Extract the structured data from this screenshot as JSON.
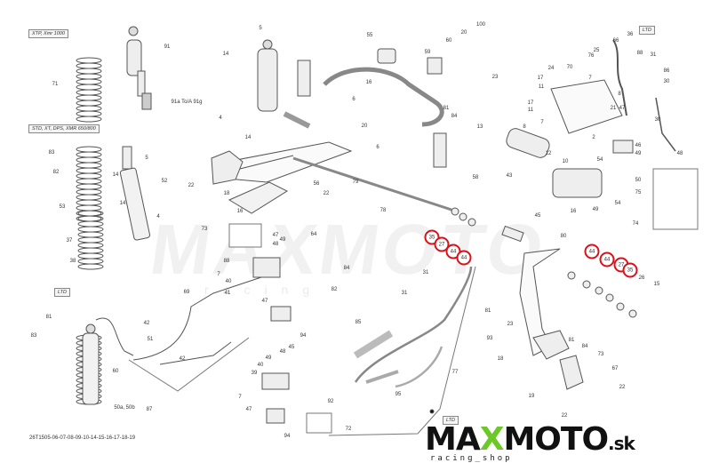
{
  "diagram": {
    "variant_labels": {
      "xtp": "XTP, Xmr 1000",
      "std": "STD, XT, DPS, XMR 650/800",
      "ltd_top": "LTD",
      "ltd_left": "LTD",
      "ltd_bottom": "LTD"
    },
    "footer_code": "26T1505-06-07-08-09-10-14-15-16-17-18-19",
    "watermark": {
      "text": "MAXMOTO",
      "sub": "racing"
    },
    "logo": {
      "part1": "MA",
      "part2": "X",
      "part3": "MOTO",
      "suffix": ".sk",
      "tagline": "racing_shop"
    },
    "colors": {
      "highlight": "#d8121b",
      "logo_accent": "#6cc827",
      "line": "#555555"
    },
    "callouts": [
      {
        "t": "71"
      },
      {
        "t": "91"
      },
      {
        "t": "91a To/A 91g"
      },
      {
        "t": "83"
      },
      {
        "t": "5"
      },
      {
        "t": "82"
      },
      {
        "t": "14"
      },
      {
        "t": "52"
      },
      {
        "t": "53"
      },
      {
        "t": "14"
      },
      {
        "t": "4"
      },
      {
        "t": "37"
      },
      {
        "t": "38"
      },
      {
        "t": "5"
      },
      {
        "t": "14"
      },
      {
        "t": "4"
      },
      {
        "t": "14"
      },
      {
        "t": "55"
      },
      {
        "t": "59"
      },
      {
        "t": "60"
      },
      {
        "t": "20"
      },
      {
        "t": "100"
      },
      {
        "t": "16"
      },
      {
        "t": "6"
      },
      {
        "t": "20"
      },
      {
        "t": "81"
      },
      {
        "t": "84"
      },
      {
        "t": "13"
      },
      {
        "t": "6"
      },
      {
        "t": "58"
      },
      {
        "t": "56"
      },
      {
        "t": "22"
      },
      {
        "t": "79"
      },
      {
        "t": "78"
      },
      {
        "t": "22"
      },
      {
        "t": "18"
      },
      {
        "t": "16"
      },
      {
        "t": "73"
      },
      {
        "t": "23"
      },
      {
        "t": "66"
      },
      {
        "t": "36"
      },
      {
        "t": "25"
      },
      {
        "t": "76"
      },
      {
        "t": "88"
      },
      {
        "t": "31"
      },
      {
        "t": "86"
      },
      {
        "t": "30"
      },
      {
        "t": "24"
      },
      {
        "t": "70"
      },
      {
        "t": "17"
      },
      {
        "t": "11"
      },
      {
        "t": "7"
      },
      {
        "t": "8"
      },
      {
        "t": "17"
      },
      {
        "t": "11"
      },
      {
        "t": "21"
      },
      {
        "t": "47"
      },
      {
        "t": "7"
      },
      {
        "t": "30"
      },
      {
        "t": "8"
      },
      {
        "t": "2"
      },
      {
        "t": "46"
      },
      {
        "t": "12"
      },
      {
        "t": "49"
      },
      {
        "t": "48"
      },
      {
        "t": "10"
      },
      {
        "t": "43"
      },
      {
        "t": "54"
      },
      {
        "t": "50"
      },
      {
        "t": "75"
      },
      {
        "t": "49"
      },
      {
        "t": "16"
      },
      {
        "t": "54"
      },
      {
        "t": "74"
      },
      {
        "t": "45"
      },
      {
        "t": "80"
      },
      {
        "t": "44",
        "hl": true
      },
      {
        "t": "44",
        "hl": true
      },
      {
        "t": "27",
        "hl": true
      },
      {
        "t": "35",
        "hl": true
      },
      {
        "t": "26"
      },
      {
        "t": "15"
      },
      {
        "t": "81"
      },
      {
        "t": "23"
      },
      {
        "t": "81"
      },
      {
        "t": "84"
      },
      {
        "t": "73"
      },
      {
        "t": "18"
      },
      {
        "t": "67"
      },
      {
        "t": "22"
      },
      {
        "t": "19"
      },
      {
        "t": "22"
      },
      {
        "t": "35",
        "hl": true
      },
      {
        "t": "27",
        "hl": true
      },
      {
        "t": "44",
        "hl": true
      },
      {
        "t": "44",
        "hl": true
      },
      {
        "t": "88"
      },
      {
        "t": "47"
      },
      {
        "t": "49"
      },
      {
        "t": "48"
      },
      {
        "t": "64"
      },
      {
        "t": "7"
      },
      {
        "t": "40"
      },
      {
        "t": "41"
      },
      {
        "t": "84"
      },
      {
        "t": "82"
      },
      {
        "t": "47"
      },
      {
        "t": "69"
      },
      {
        "t": "94"
      },
      {
        "t": "31"
      },
      {
        "t": "31"
      },
      {
        "t": "93"
      },
      {
        "t": "85"
      },
      {
        "t": "77"
      },
      {
        "t": "95"
      },
      {
        "t": "49"
      },
      {
        "t": "48"
      },
      {
        "t": "40"
      },
      {
        "t": "39"
      },
      {
        "t": "7"
      },
      {
        "t": "47"
      },
      {
        "t": "45"
      },
      {
        "t": "92"
      },
      {
        "t": "72"
      },
      {
        "t": "94"
      },
      {
        "t": "81"
      },
      {
        "t": "83"
      },
      {
        "t": "42"
      },
      {
        "t": "51"
      },
      {
        "t": "42"
      },
      {
        "t": "60"
      },
      {
        "t": "50a, 50b"
      },
      {
        "t": "87"
      }
    ]
  }
}
